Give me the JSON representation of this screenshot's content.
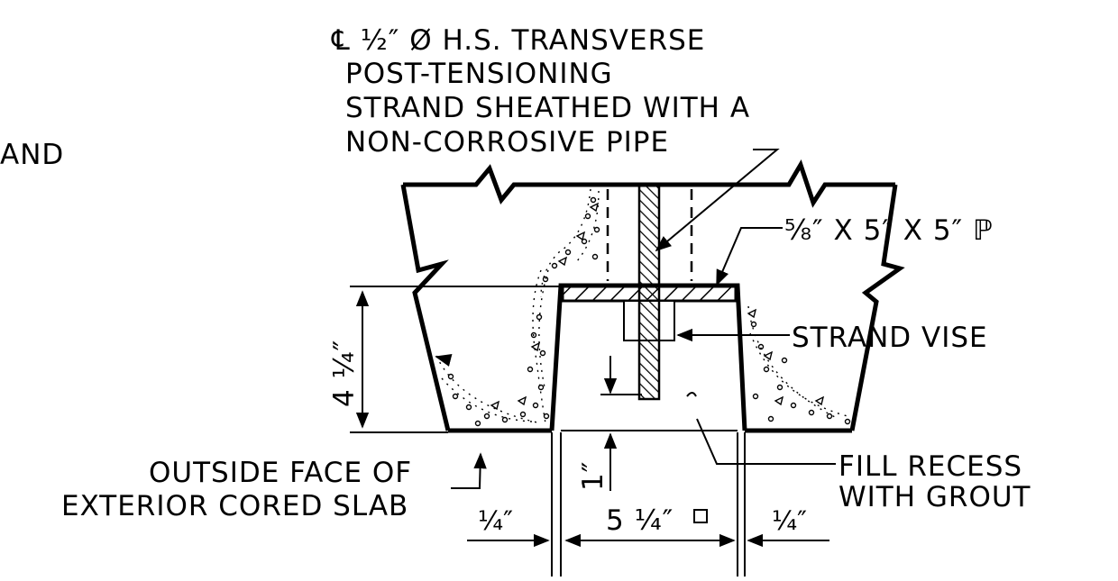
{
  "labels": {
    "strand_line1": "℄ ½″ Ø H.S. TRANSVERSE",
    "strand_line2": "POST-TENSIONING",
    "strand_line3": "STRAND SHEATHED WITH A",
    "strand_line4": "NON-CORROSIVE PIPE",
    "partial_left": "AND",
    "plate": "⅝″ X 5″ X 5″ ℙ",
    "strand_vise": "STRAND VISE",
    "fill_line1": "FILL RECESS",
    "fill_line2": "WITH GROUT",
    "outside_line1": "OUTSIDE FACE OF",
    "outside_line2": "EXTERIOR CORED SLAB"
  },
  "dimensions": {
    "depth": "4 ¼″",
    "cover": "1″",
    "recess_width": "5 ¼″",
    "left_gap": "¼″",
    "right_gap": "¼″"
  }
}
